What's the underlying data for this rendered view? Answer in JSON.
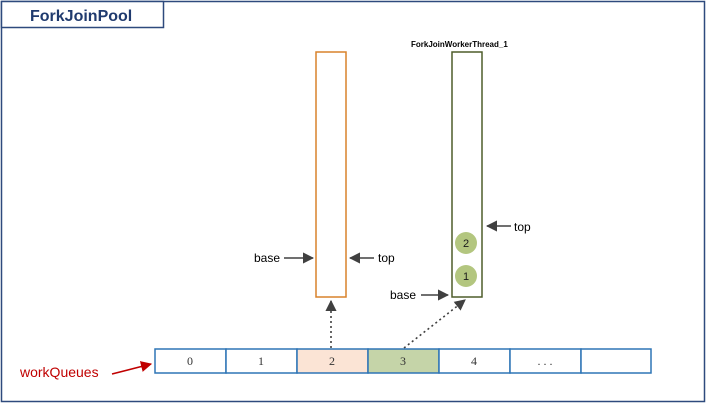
{
  "pool": {
    "title": "ForkJoinPool"
  },
  "colors": {
    "frame": "#2e4a7d",
    "queue_left": "#d9822b",
    "queue_right": "#4e5d2a",
    "cell_border": "#2e75b6",
    "cell_highlight_2": "#fbe4d5",
    "cell_highlight_3": "#c5d4a8",
    "task_fill": "#b3c67f",
    "arrow_red": "#c00000",
    "arrow_dark": "#404040"
  },
  "queues": [
    {
      "thread_label": "",
      "base_label": "base",
      "top_label": "top",
      "tasks": []
    },
    {
      "thread_label": "ForkJoinWorkerThread_1",
      "base_label": "base",
      "top_label": "top",
      "tasks": [
        "2",
        "1"
      ]
    }
  ],
  "work_queues": {
    "label": "workQueues",
    "cells": [
      "0",
      "1",
      "2",
      "3",
      "4",
      ". . .",
      ""
    ]
  }
}
